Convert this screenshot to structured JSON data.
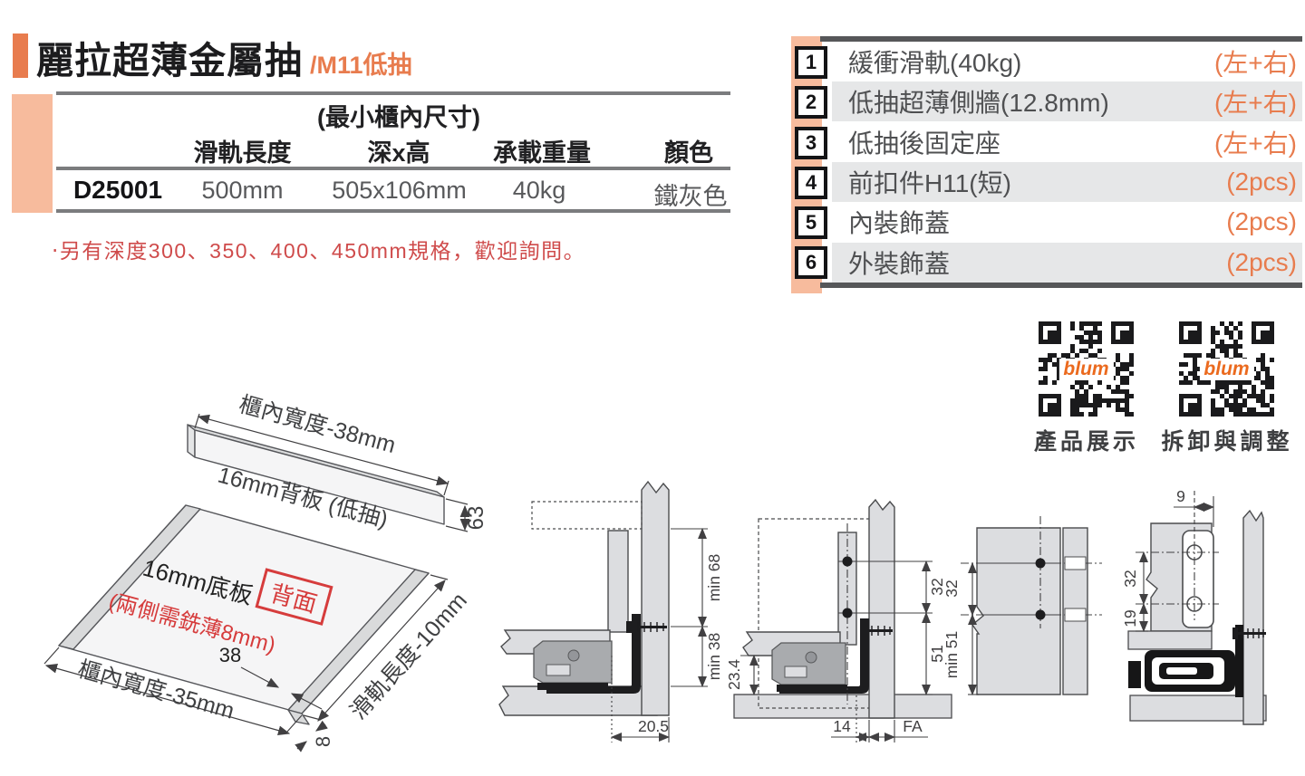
{
  "header": {
    "title": "麗拉超薄金屬抽",
    "subtitle": "/M11低抽"
  },
  "spec_table": {
    "size_note": "(最小櫃內尺寸)",
    "col_rail_length": "滑軌長度",
    "col_depth_height": "深x高",
    "col_load": "承載重量",
    "col_color": "顏色",
    "model": "D25001",
    "rail_length": "500mm",
    "depth_height": "505x106mm",
    "load": "40kg",
    "color_value": "鐵灰色"
  },
  "note": "‧另有深度300、350、400、450mm規格，歡迎詢問。",
  "parts_list": {
    "items": [
      {
        "no": "1",
        "name": "緩衝滑軌(40kg)",
        "qty": "(左+右)"
      },
      {
        "no": "2",
        "name": "低抽超薄側牆(12.8mm)",
        "qty": "(左+右)"
      },
      {
        "no": "3",
        "name": "低抽後固定座",
        "qty": "(左+右)"
      },
      {
        "no": "4",
        "name": "前扣件H11(短)",
        "qty": "(2pcs)"
      },
      {
        "no": "5",
        "name": "內裝飾蓋",
        "qty": "(2pcs)"
      },
      {
        "no": "6",
        "name": "外裝飾蓋",
        "qty": "(2pcs)"
      }
    ]
  },
  "qr": {
    "brand": "blum",
    "left_label": "產品展示",
    "right_label": "拆卸與調整"
  },
  "iso": {
    "top_dim": "櫃內寬度-38mm",
    "back_panel": "16mm背板 (低抽)",
    "back_height": "63",
    "bottom_panel": "16mm底板",
    "stamp": "背面",
    "milling_note": "(兩側需銑薄8mm)",
    "front_offset": "38",
    "bottom_dim": "櫃內寬度-35mm",
    "right_dim": "滑軌長度-10mm",
    "step": "8"
  },
  "d1": {
    "dim_top": "min 68",
    "dim_bottom": "min 38",
    "dim_h": "20.5"
  },
  "d2": {
    "dim_left": "23.4",
    "dim_r1": "32",
    "dim_r2": "51",
    "dim_b1": "14",
    "dim_b2": "FA"
  },
  "d3": {
    "dim1": "32",
    "dim2": "min 51"
  },
  "d4": {
    "dim_top": "9",
    "dim1": "32",
    "dim2": "19"
  },
  "colors": {
    "accent": "#e87c4e",
    "salmon": "#f7bb9d",
    "note_red": "#cf4b4b",
    "dark_bar": "#565759",
    "row_gray": "#e6e7e8",
    "stamp_red": "#d63c3c"
  }
}
